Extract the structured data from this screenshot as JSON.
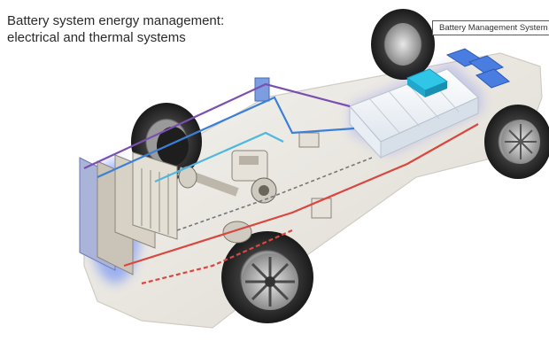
{
  "title": {
    "line1": "Battery system energy management:",
    "line2": "electrical and thermal systems"
  },
  "labels": {
    "battery_management": "Battery Management System"
  },
  "colors": {
    "purple_line": "#7a4fb0",
    "blue_line": "#3c7fd6",
    "cyan_line": "#4fb7e0",
    "red_line": "#d9473f",
    "bms_highlight": "#2fc6e8",
    "glow": "#3d6dff"
  },
  "icons": [
    "wheel",
    "battery-pack",
    "battery-management-unit",
    "motor",
    "radiator"
  ]
}
